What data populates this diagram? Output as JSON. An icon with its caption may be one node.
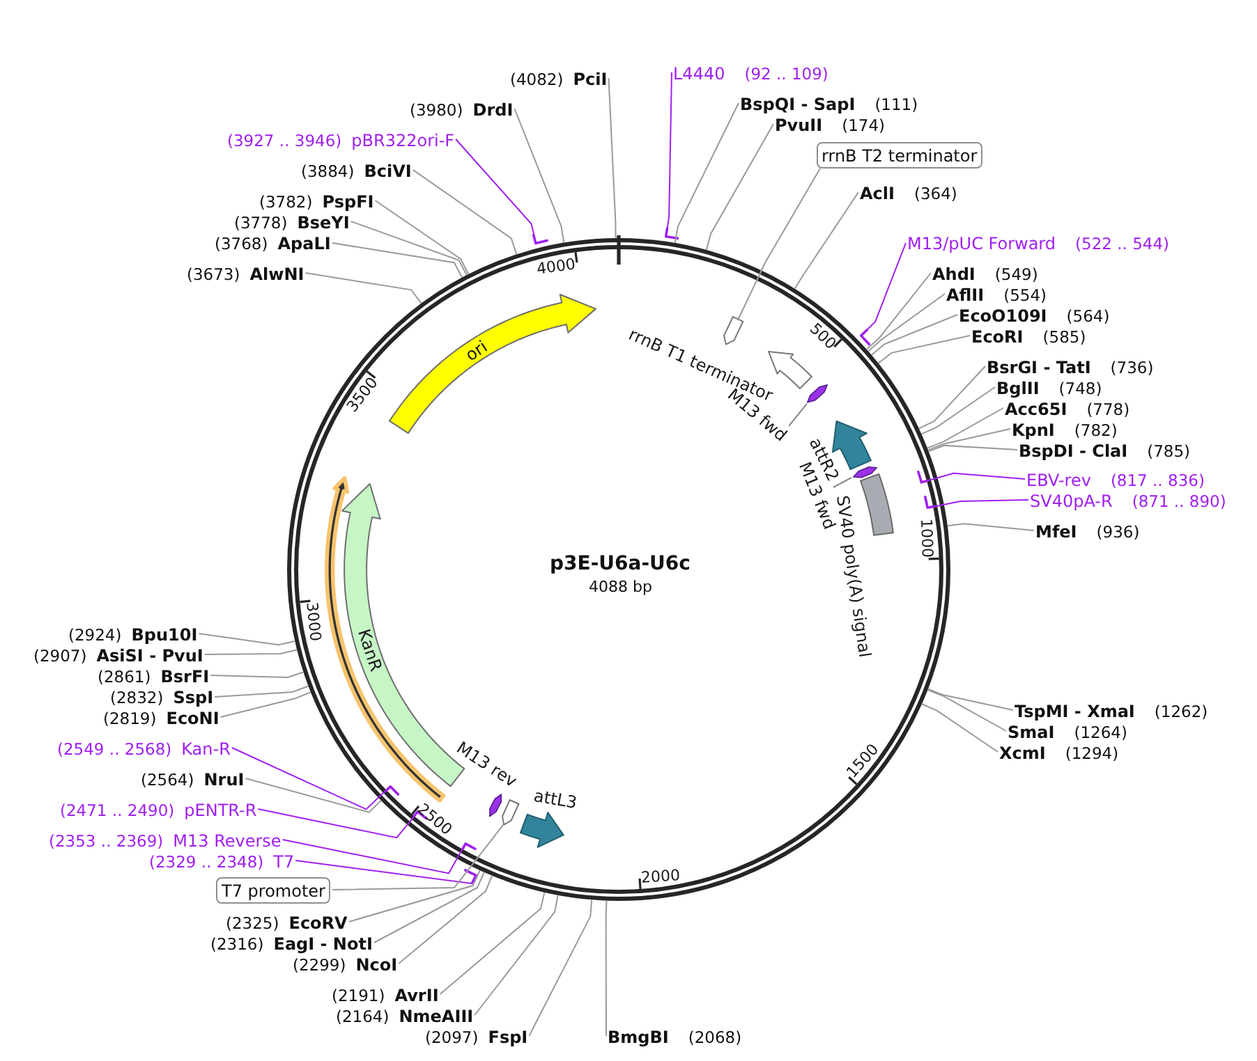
{
  "diagram": {
    "nodes": [
      {
        "text": [
          "p3E-U6a-U6c",
          "4088 bp"
        ]
      },
      {
        "text": [
          "ori"
        ],
        "in": 0
      },
      {
        "text": [],
        "shape": "arrow",
        "in": 0
      },
      {
        "text": [
          "rrnB T1 terminator"
        ],
        "in": 0
      },
      {
        "text": [
          "M13 fwd"
        ],
        "in": 0
      },
      {
        "text": [
          "attR2"
        ],
        "in": 0
      },
      {
        "text": [
          "M13 fwd"
        ],
        "in": 0
      },
      {
        "text": [
          "SV40 poly(A) signal"
        ],
        "in": 0
      },
      {
        "text": [],
        "shape": "arrow",
        "in": 0
      },
      {
        "text": [
          "KanR"
        ],
        "in": 0
      },
      {
        "text": [
          "M13 rev"
        ],
        "in": 0
      },
      {
        "text": [],
        "shape": "arrow",
        "in": 0
      },
      {
        "text": [
          "attL3"
        ],
        "in": 0
      },
      {
        "text": [
          "L4440",
          "(92 .. 109)"
        ]
      },
      {
        "text": [
          "(4082)",
          "PciI"
        ]
      },
      {
        "text": [
          "BspQI - SapI",
          "(111)"
        ]
      },
      {
        "text": [
          "(3980)",
          "DrdI"
        ]
      },
      {
        "text": [
          "PvuII",
          "(174)"
        ]
      },
      {
        "text": [
          "(3927 .. 3946)",
          "pBR322ori-F"
        ]
      },
      {
        "text": [
          "rrnB T2 terminator"
        ]
      },
      {
        "text": [
          "(3884)",
          "BciVI"
        ]
      },
      {
        "text": [
          "AclI",
          "(364)"
        ]
      },
      {
        "text": [
          "(3782)",
          "PspFI"
        ]
      },
      {
        "text": [
          "(3778)",
          "BseYI"
        ]
      },
      {
        "text": [
          "(3768)",
          "ApaLI"
        ]
      },
      {
        "text": [
          "M13/pUC Forward",
          "(522 .. 544)"
        ]
      },
      {
        "text": [
          "(3673)",
          "AlwNI"
        ]
      },
      {
        "text": [
          "AhdI",
          "(549)"
        ]
      },
      {
        "text": [
          "AflII",
          "(554)"
        ]
      },
      {
        "text": [
          "EcoO109I",
          "(564)"
        ]
      },
      {
        "text": [
          "EcoRI",
          "(585)"
        ]
      },
      {
        "text": [
          "BsrGI - TatI",
          "(736)"
        ]
      },
      {
        "text": [
          "BglII",
          "(748)"
        ]
      },
      {
        "text": [
          "Acc65I",
          "(778)"
        ]
      },
      {
        "text": [
          "KpnI",
          "(782)"
        ]
      },
      {
        "text": [
          "BspDI - ClaI",
          "(785)"
        ]
      },
      {
        "text": [
          "EBV-rev",
          "(817 .. 836)"
        ]
      },
      {
        "text": [
          "SV40pA-R",
          "(871 .. 890)"
        ]
      },
      {
        "text": [
          "MfeI",
          "(936)"
        ]
      },
      {
        "text": [
          "(2924)",
          "Bpu10I"
        ]
      },
      {
        "text": [
          "(2907)",
          "AsiSI - PvuI"
        ]
      },
      {
        "text": [
          "(2861)",
          "BsrFI"
        ]
      },
      {
        "text": [
          "(2832)",
          "SspI"
        ]
      },
      {
        "text": [
          "TspMI - XmaI",
          "(1262)"
        ]
      },
      {
        "text": [
          "(2819)",
          "EcoNI"
        ]
      },
      {
        "text": [
          "SmaI",
          "(1264)"
        ]
      },
      {
        "text": [
          "(2549 .. 2568)",
          "Kan-R"
        ]
      },
      {
        "text": [
          "XcmI",
          "(1294)"
        ]
      },
      {
        "text": [
          "(2564)",
          "NruI"
        ]
      },
      {
        "text": [
          "(2471 .. 2490)",
          "pENTR-R"
        ]
      },
      {
        "text": [
          "(2353 .. 2369)",
          "M13 Reverse"
        ]
      },
      {
        "text": [
          "(2329 .. 2348)",
          "T7"
        ]
      },
      {
        "text": [
          "T7 promoter"
        ]
      },
      {
        "text": [
          "(2325)",
          "EcoRV"
        ]
      },
      {
        "text": [
          "(2316)",
          "EagI - NotI"
        ]
      },
      {
        "text": [
          "(2299)",
          "NcoI"
        ]
      },
      {
        "text": [
          "(2191)",
          "AvrII"
        ]
      },
      {
        "text": [
          "(2164)",
          "NmeAIII"
        ]
      },
      {
        "text": [
          "(2097)",
          "FspI"
        ]
      },
      {
        "text": [
          "BmgBI",
          "(2068)"
        ]
      },
      {
        "text": [],
        "shape": "bar"
      },
      {
        "text": [],
        "shape": "bar"
      },
      {
        "text": [],
        "shape": "bar"
      },
      {
        "text": [],
        "shape": "bar",
        "in": 0
      },
      {
        "text": [],
        "shape": "bar",
        "in": 0
      },
      {
        "text": [],
        "shape": "bar",
        "in": 0
      },
      {
        "text": [],
        "shape": "bar",
        "in": 0
      },
      {
        "text": [],
        "shape": "bar",
        "in": 0
      },
      {
        "text": [],
        "shape": "bar"
      }
    ],
    "edges": [
      {
        "from": 13,
        "to": 60,
        "arrow": "none",
        "color": "#a020f0"
      },
      {
        "from": 14,
        "to": 0,
        "arrow": "none"
      },
      {
        "from": 15,
        "to": 0,
        "arrow": "none"
      },
      {
        "from": 16,
        "to": 0,
        "arrow": "none"
      },
      {
        "from": 17,
        "to": 0,
        "arrow": "none"
      },
      {
        "from": 18,
        "to": 61,
        "arrow": "none",
        "color": "#a020f0"
      },
      {
        "from": 19,
        "to": 2,
        "arrow": "none"
      },
      {
        "from": 20,
        "to": 0,
        "arrow": "none"
      },
      {
        "from": 21,
        "to": 0,
        "arrow": "none"
      },
      {
        "from": 22,
        "to": 0,
        "arrow": "none"
      },
      {
        "from": 23,
        "to": 0,
        "arrow": "none"
      },
      {
        "from": 24,
        "to": 0,
        "arrow": "none"
      },
      {
        "from": 25,
        "to": 62,
        "arrow": "none",
        "color": "#a020f0"
      },
      {
        "from": 26,
        "to": 0,
        "arrow": "none"
      },
      {
        "from": 27,
        "to": 0,
        "arrow": "none"
      },
      {
        "from": 28,
        "to": 0,
        "arrow": "none"
      },
      {
        "from": 29,
        "to": 0,
        "arrow": "none"
      },
      {
        "from": 30,
        "to": 0,
        "arrow": "none"
      },
      {
        "from": 31,
        "to": 0,
        "arrow": "none"
      },
      {
        "from": 32,
        "to": 0,
        "arrow": "none"
      },
      {
        "from": 33,
        "to": 0,
        "arrow": "none"
      },
      {
        "from": 34,
        "to": 0,
        "arrow": "none"
      },
      {
        "from": 35,
        "to": 0,
        "arrow": "none"
      },
      {
        "from": 36,
        "to": 63,
        "arrow": "none",
        "color": "#a020f0"
      },
      {
        "from": 37,
        "to": 64,
        "arrow": "none",
        "color": "#a020f0"
      },
      {
        "from": 38,
        "to": 0,
        "arrow": "none"
      },
      {
        "from": 39,
        "to": 0,
        "arrow": "none"
      },
      {
        "from": 40,
        "to": 0,
        "arrow": "none"
      },
      {
        "from": 41,
        "to": 0,
        "arrow": "none"
      },
      {
        "from": 42,
        "to": 0,
        "arrow": "none"
      },
      {
        "from": 43,
        "to": 0,
        "arrow": "none"
      },
      {
        "from": 44,
        "to": 0,
        "arrow": "none"
      },
      {
        "from": 45,
        "to": 0,
        "arrow": "none"
      },
      {
        "from": 46,
        "to": 65,
        "arrow": "none",
        "color": "#a020f0"
      },
      {
        "from": 47,
        "to": 0,
        "arrow": "none"
      },
      {
        "from": 48,
        "to": 0,
        "arrow": "none"
      },
      {
        "from": 49,
        "to": 66,
        "arrow": "none",
        "color": "#a020f0"
      },
      {
        "from": 50,
        "to": 67,
        "arrow": "none",
        "color": "#a020f0"
      },
      {
        "from": 51,
        "to": 68,
        "arrow": "none",
        "color": "#a020f0"
      },
      {
        "from": 52,
        "to": 11,
        "arrow": "none"
      },
      {
        "from": 53,
        "to": 0,
        "arrow": "none"
      },
      {
        "from": 54,
        "to": 0,
        "arrow": "none"
      },
      {
        "from": 55,
        "to": 0,
        "arrow": "none"
      },
      {
        "from": 56,
        "to": 0,
        "arrow": "none"
      },
      {
        "from": 57,
        "to": 0,
        "arrow": "none"
      },
      {
        "from": 58,
        "to": 0,
        "arrow": "none"
      },
      {
        "from": 59,
        "to": 0,
        "arrow": "none"
      }
    ],
    "labels": [
      "4000",
      "500",
      "3500",
      "1000",
      "3000",
      "1500",
      "2500",
      "2000"
    ]
  }
}
